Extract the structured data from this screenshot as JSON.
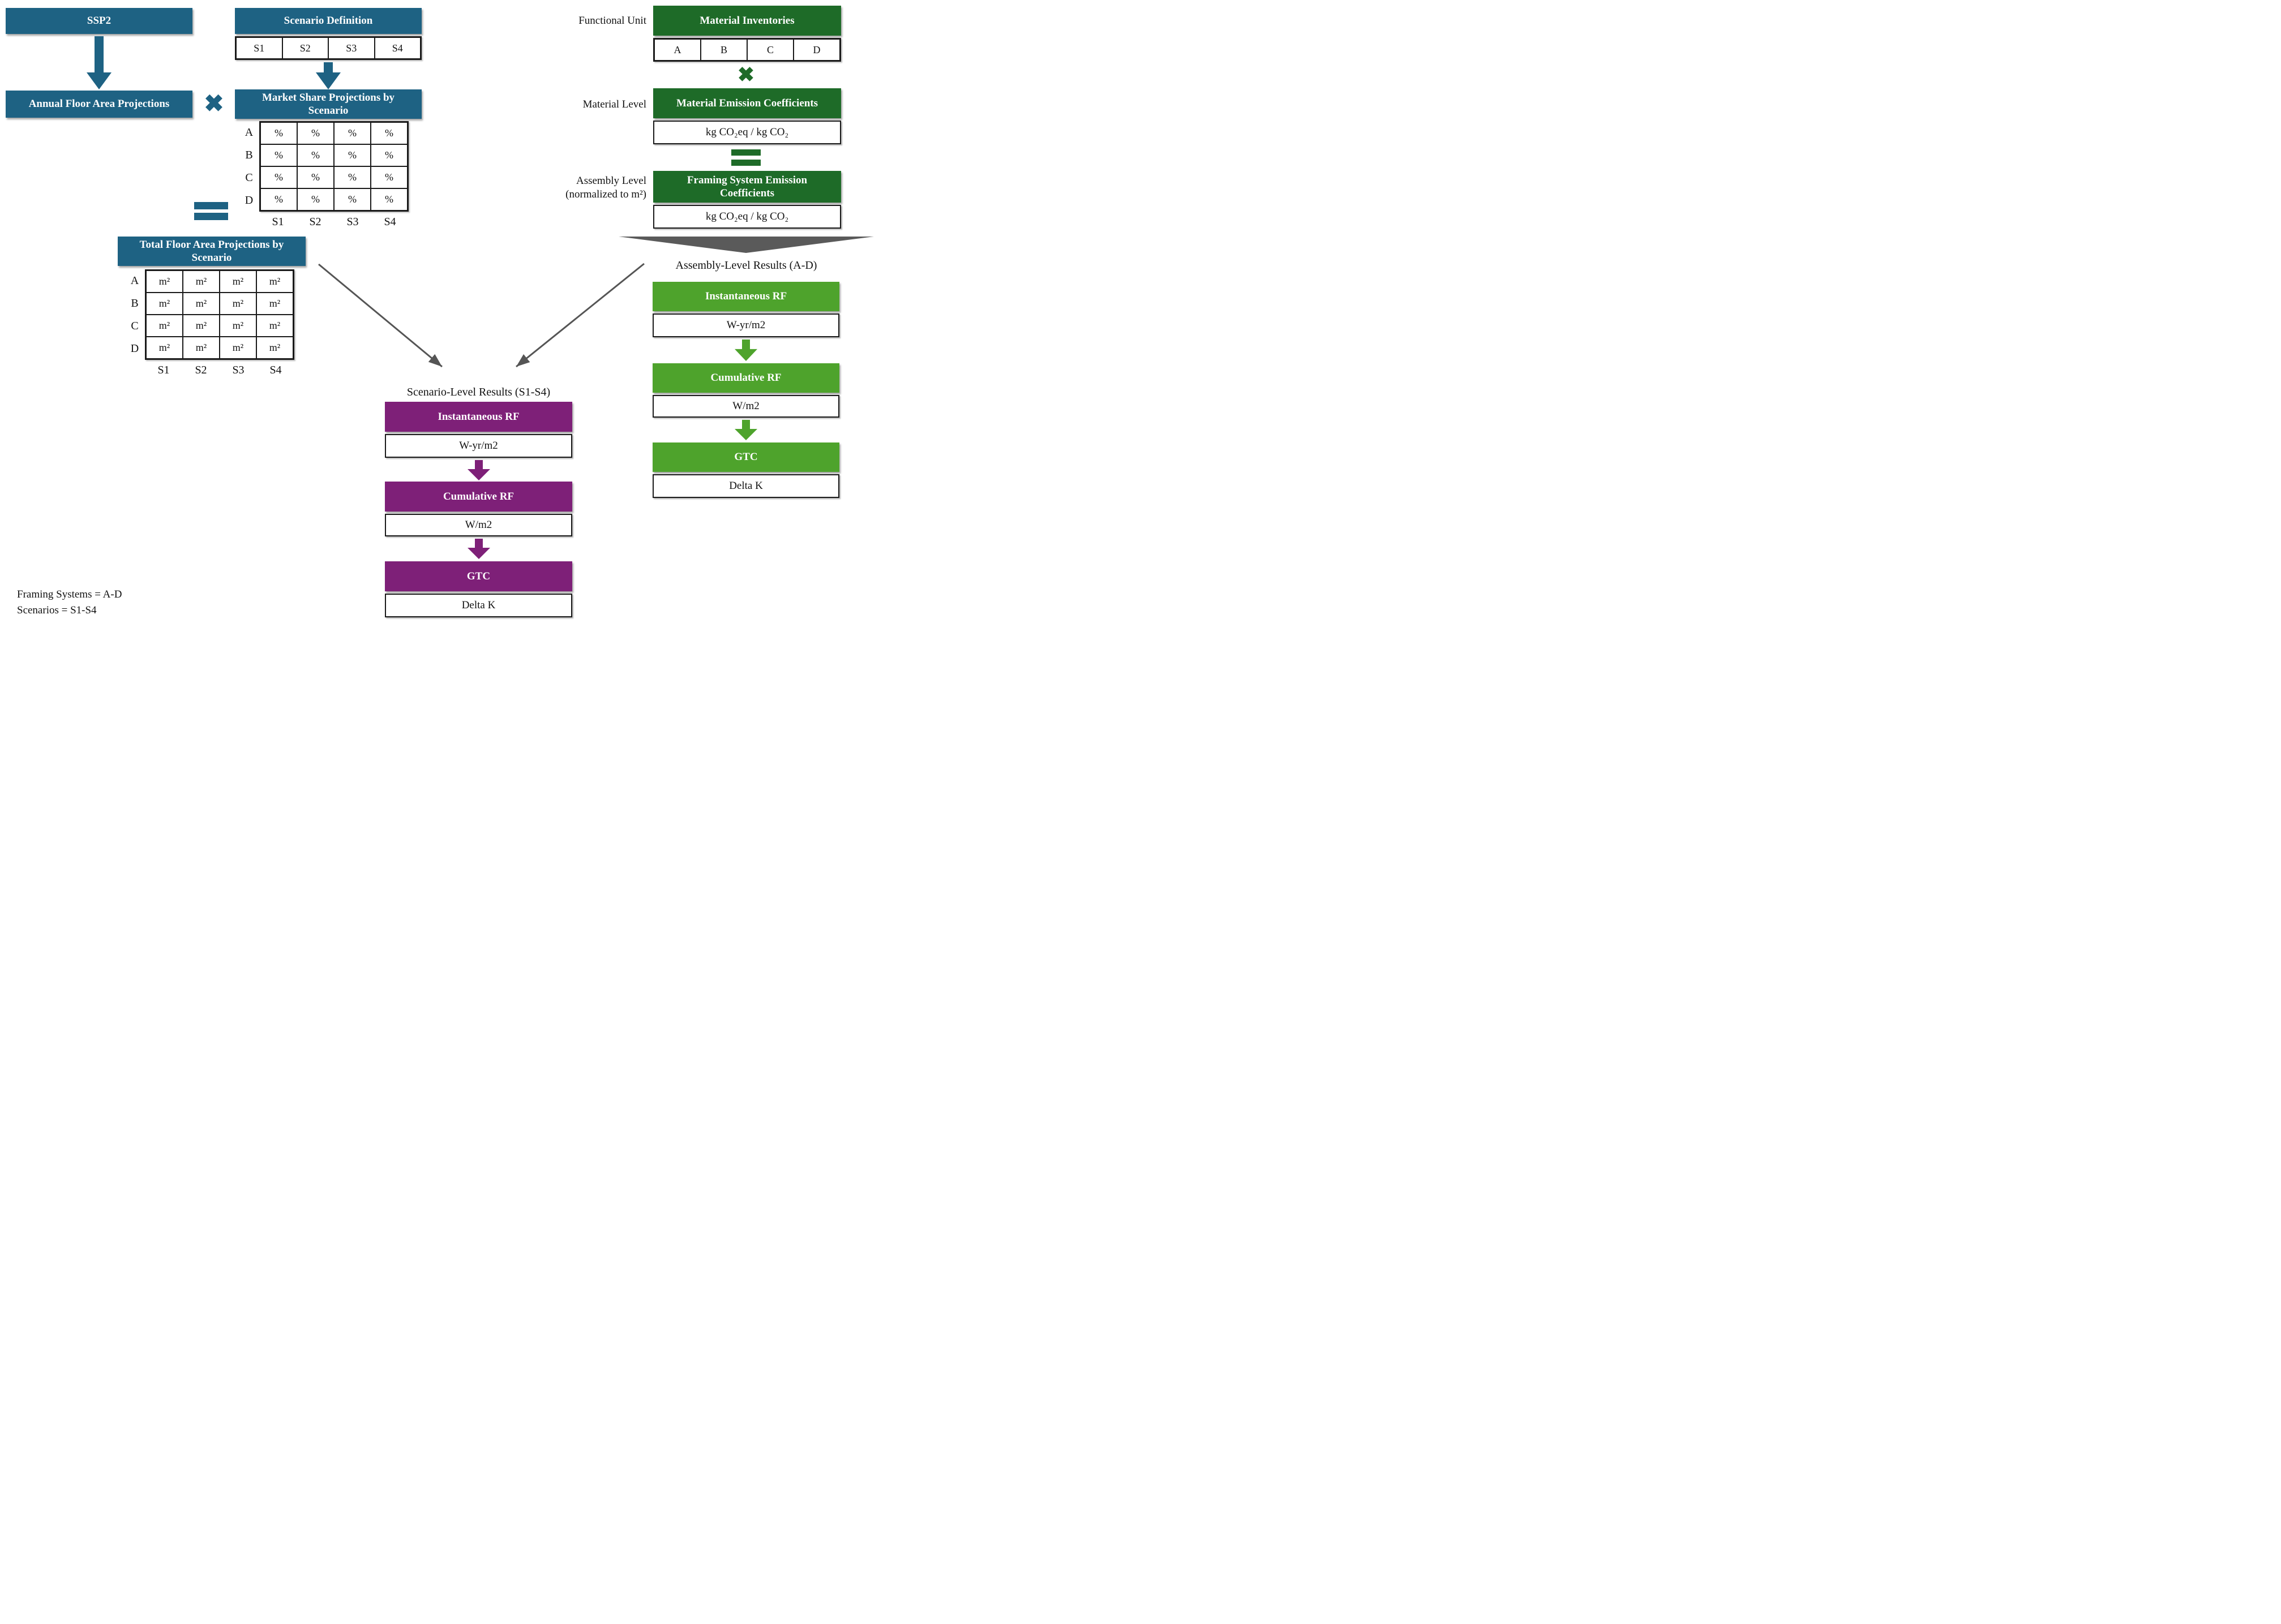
{
  "colors": {
    "blue": "#1e6283",
    "dark_green": "#1e6b28",
    "light_green": "#4ea32c",
    "purple": "#7e2078",
    "gray": "#5a5a5a",
    "line": "#555555"
  },
  "blue_flow": {
    "ssp2_label": "SSP2",
    "annual_floor_label": "Annual Floor Area Projections",
    "multiply_symbol": "✖",
    "scenario_definition_label": "Scenario Definition",
    "scenario_cols": [
      "S1",
      "S2",
      "S3",
      "S4"
    ],
    "market_share_label": "Market Share Projections by Scenario",
    "framing_rows": [
      "A",
      "B",
      "C",
      "D"
    ],
    "market_share_cell": "%",
    "total_floor_label": "Total Floor Area Projections by Scenario",
    "total_floor_cell": "m²"
  },
  "green_flow": {
    "functional_unit_label": "Functional Unit",
    "material_inventories_label": "Material Inventories",
    "inventory_cols": [
      "A",
      "B",
      "C",
      "D"
    ],
    "multiply_symbol": "✖",
    "material_level_label": "Material Level",
    "material_emission_label": "Material Emission Coefficients",
    "material_emission_unit": "kg CO₂eq / kg CO₂",
    "assembly_level_line1": "Assembly Level",
    "assembly_level_line2": "(normalized to m²)",
    "framing_emission_label": "Framing System Emission Coefficients",
    "framing_emission_unit": "kg CO₂eq / kg CO₂"
  },
  "assembly_results": {
    "heading": "Assembly-Level Results (A-D)",
    "steps": [
      {
        "label": "Instantaneous RF",
        "unit": "W-yr/m2"
      },
      {
        "label": "Cumulative RF",
        "unit": "W/m2"
      },
      {
        "label": "GTC",
        "unit": "Delta K"
      }
    ]
  },
  "scenario_results": {
    "heading": "Scenario-Level Results (S1-S4)",
    "steps": [
      {
        "label": "Instantaneous RF",
        "unit": "W-yr/m2"
      },
      {
        "label": "Cumulative RF",
        "unit": "W/m2"
      },
      {
        "label": "GTC",
        "unit": "Delta K"
      }
    ]
  },
  "legend": {
    "framing_systems": "Framing Systems = A-D",
    "scenarios": "Scenarios = S1-S4"
  }
}
